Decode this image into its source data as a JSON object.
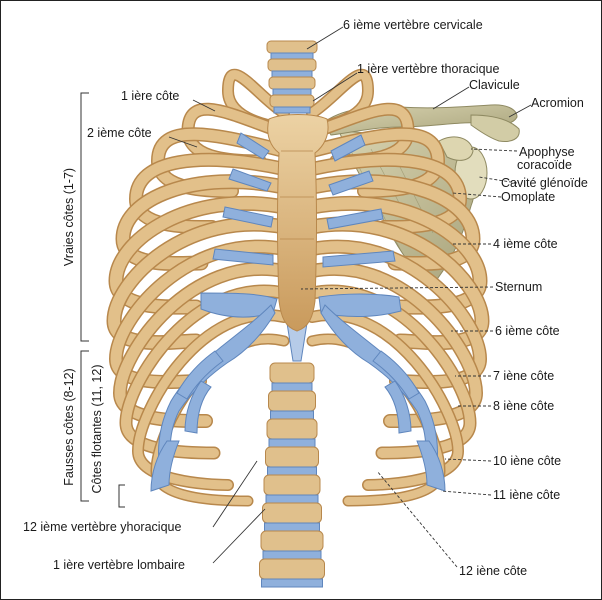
{
  "colors": {
    "bone": "#d9b27a",
    "bone_dark": "#b8884c",
    "bone_light": "#ead0a2",
    "cartilage": "#8fb0dc",
    "cartilage_dark": "#5f86bd",
    "scapula": "#c9c4a0",
    "scapula_dark": "#8f8a62",
    "background": "#ffffff"
  },
  "labels": {
    "cervical6": "6 ième vertèbre cervicale",
    "thoracic1": "1 ière vertèbre thoracique",
    "clavicule": "Clavicule",
    "acromion": "Acromion",
    "coracoide_1": "Apophyse",
    "coracoide_2": "coracoïde",
    "glenoide": "Cavité glénoïde",
    "omoplate": "Omoplate",
    "cote1": "1 ière côte",
    "cote2": "2 ième côte",
    "cote4": "4 ième côte",
    "sternum": "Sternum",
    "cote6": "6 ième côte",
    "cote7": "7 iène côte",
    "cote8": "8 iène côte",
    "cote10": "10 iène côte",
    "cote11": "11 iène côte",
    "thoracic12": "12 ième vertèbre yhoracique",
    "lumbar1": "1 ière vertèbre lombaire",
    "cote12": "12 iène côte"
  },
  "groups": {
    "vraies": "Vraies côtes (1-7)",
    "fausses": "Fausses côtes (8-12)",
    "flottantes_1": "Côtes flotantes (11, 12)"
  }
}
